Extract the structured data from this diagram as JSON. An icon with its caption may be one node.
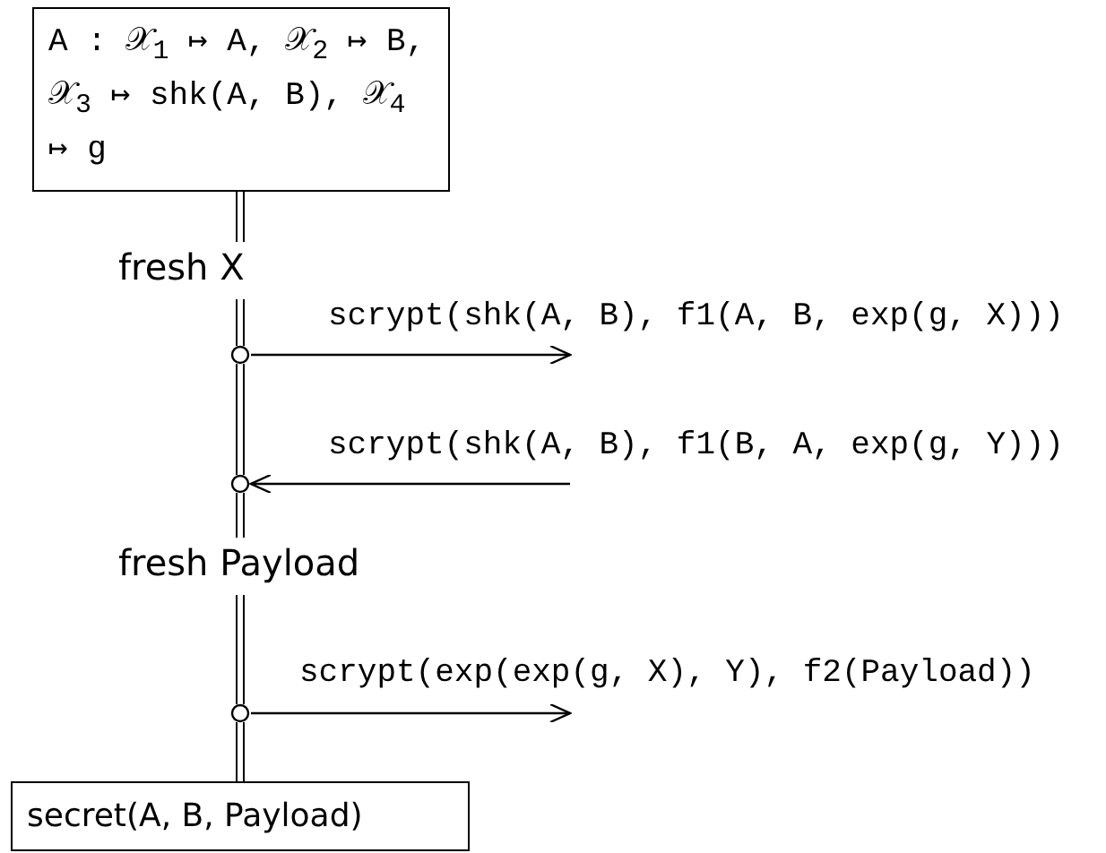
{
  "diagram": {
    "nodes": [
      {
        "text": [
          "A : 𝒳$_{1}$ ↦ A, 𝒳$_{2}$ ↦ B, 𝒳$_{3}$ ↦ shk(A, B), 𝒳$_{4}$ ↦ g"
        ]
      },
      {
        "text": [
          "fresh X"
        ]
      },
      {
        "text": [],
        "shape": "circle"
      },
      {
        "text": [],
        "shape": "circle"
      },
      {
        "text": [
          "fresh Payload"
        ]
      },
      {
        "text": [],
        "shape": "circle"
      },
      {
        "text": [
          "secret(A, B, Payload)"
        ]
      }
    ],
    "edges": [
      {
        "from": 0,
        "to": 1,
        "arrow": "none"
      },
      {
        "from": 1,
        "to": 2,
        "arrow": "none"
      },
      {
        "from": 2,
        "to": 3,
        "arrow": "none"
      },
      {
        "from": 3,
        "to": 4,
        "arrow": "none"
      },
      {
        "from": 4,
        "to": 5,
        "arrow": "none"
      },
      {
        "from": 5,
        "to": 6,
        "arrow": "none"
      },
      {
        "from": 2,
        "to": null,
        "arrow": "to",
        "label": "scrypt(shk(A, B), f1(A, B, exp(g, X)))"
      },
      {
        "from": null,
        "to": 3,
        "arrow": "to",
        "label": "scrypt(shk(A, B), f1(B, A, exp(g, Y)))"
      },
      {
        "from": 5,
        "to": null,
        "arrow": "to",
        "label": "scrypt(exp(exp(g, X), Y), f2(Payload))"
      }
    ]
  }
}
